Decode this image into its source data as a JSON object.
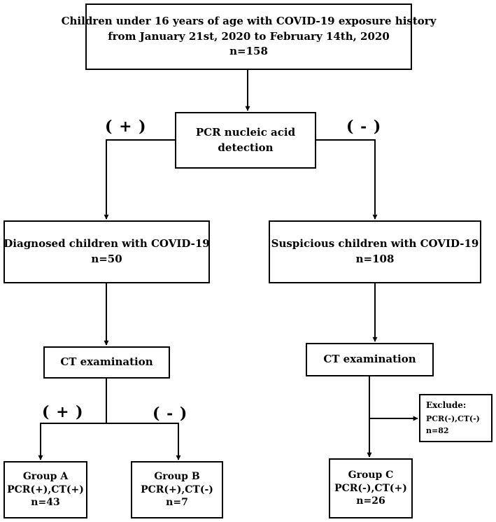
{
  "nodes": {
    "root": {
      "lines": [
        "Children under 16 years of age with COVID-19 exposure history",
        "from January 21st, 2020 to February 14th, 2020",
        "n=158"
      ]
    },
    "pcr": {
      "lines": [
        "PCR nucleic acid",
        "detection"
      ]
    },
    "diagnosed": {
      "lines": [
        "Diagnosed children with COVID-19",
        "n=50"
      ]
    },
    "suspicious": {
      "lines": [
        "Suspicious children with COVID-19",
        "n=108"
      ]
    },
    "ct_left": {
      "lines": [
        "CT examination"
      ]
    },
    "ct_right": {
      "lines": [
        "CT examination"
      ]
    },
    "group_a": {
      "lines": [
        "Group A",
        "PCR(+),CT(+)",
        "n=43"
      ]
    },
    "group_b": {
      "lines": [
        "Group B",
        "PCR(+),CT(-)",
        "n=7"
      ]
    },
    "group_c": {
      "lines": [
        "Group C",
        "PCR(-),CT(+)",
        "n=26"
      ]
    },
    "exclude": {
      "lines": [
        "Exclude:",
        "PCR(-),CT(-)",
        "n=82"
      ]
    }
  },
  "edge_labels": {
    "pcr_positive": "( + )",
    "pcr_negative": "( - )",
    "ct_positive": "( + )",
    "ct_negative": "( - )"
  },
  "colors": {
    "stroke": "#000000",
    "background": "#ffffff"
  }
}
